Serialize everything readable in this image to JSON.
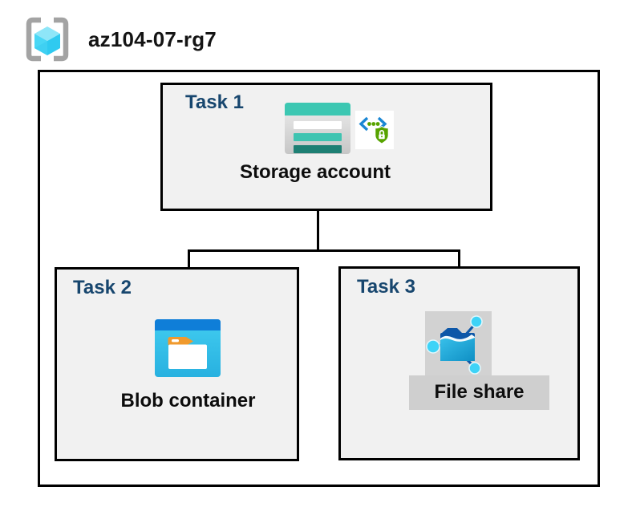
{
  "header": {
    "resource_group_name": "az104-07-rg7"
  },
  "diagram": {
    "tasks": [
      {
        "label": "Task 1",
        "item": "Storage account"
      },
      {
        "label": "Task 2",
        "item": "Blob container"
      },
      {
        "label": "Task 3",
        "item": "File share"
      }
    ],
    "connections": [
      {
        "from": "Storage account",
        "to": "Blob container"
      },
      {
        "from": "Storage account",
        "to": "File share"
      }
    ]
  },
  "icons": {
    "resource_group": "azure-resource-group-brackets-cube",
    "storage_account": "storage-account-stacked-bars",
    "sas": "code-brackets-shield-lock",
    "blob_container": "blob-container-window-folder",
    "file_share": "file-share-networked-folder"
  },
  "colors": {
    "task_label_navy": "#17466E",
    "box_fill_gray": "#F1F1F1",
    "border_black": "#000000",
    "storage_teal": "#3CC7B2",
    "storage_teal_dark": "#1E8074",
    "blob_top_blue": "#0F7ED8",
    "blob_body_cyan": "#35C3E9",
    "fileshare_navy": "#0D57A8",
    "fileshare_cyan": "#2CB0E0",
    "node_cyan": "#3ED3F7",
    "sas_green": "#57A300",
    "sas_blue": "#1B87D4",
    "folder_tab_orange": "#F09A2D",
    "rg_bracket_gray": "#A3A3A3",
    "rg_cube_cyan": "#49D7F5",
    "highlight_gray": "#D2D2D2"
  }
}
